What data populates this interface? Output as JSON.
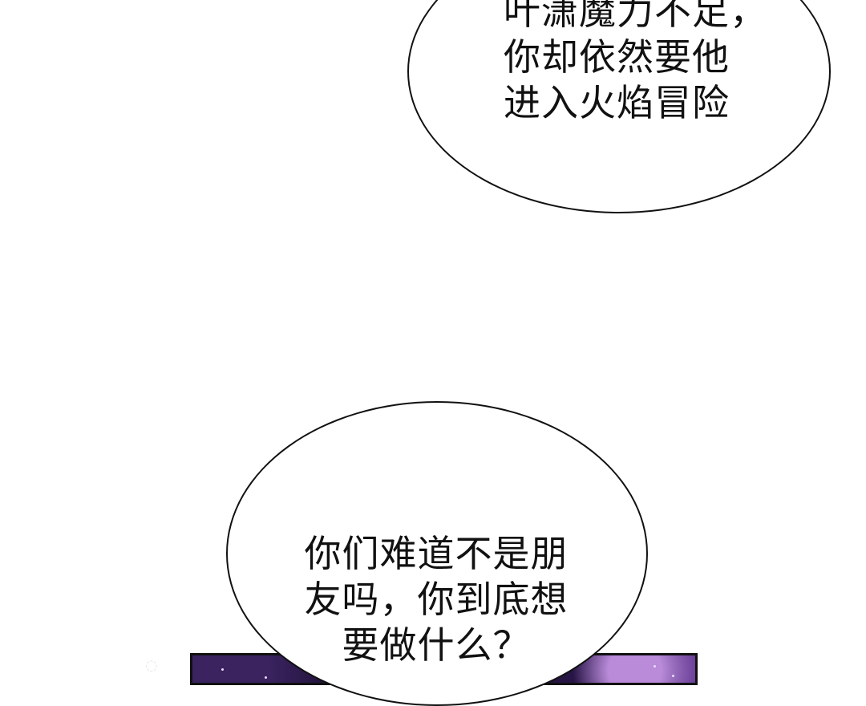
{
  "bubbles": {
    "top": {
      "lines": [
        "叶潇魔力不足，",
        "你却依然要他",
        "进入火焰冒险"
      ]
    },
    "bottom": {
      "lines": [
        "你们难道不是朋",
        "友吗，你到底想",
        "要做什么？"
      ]
    }
  },
  "colors": {
    "page_background": "#ffffff",
    "ink": "#111111",
    "panel_dark": "#1b1030",
    "panel_highlight": "#b98bd9"
  }
}
